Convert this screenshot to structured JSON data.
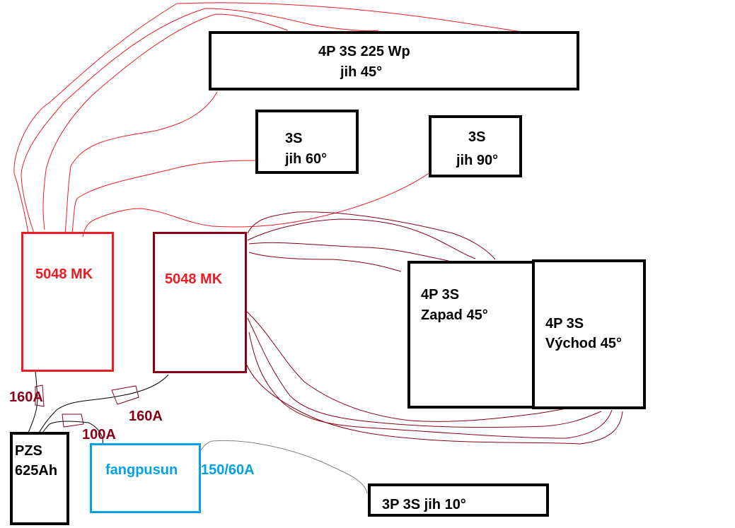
{
  "colors": {
    "panel_border": "#000000",
    "inverter1_border": "#ed1c24",
    "inverter2_border": "#880015",
    "inverter_label": "#ed1c24",
    "wire_inverter1": "#ed1c24",
    "wire_inverter2": "#880015",
    "current_label": "#880015",
    "controller": "#00a2e8",
    "wire_controller": "#808080",
    "battery_wire": "#000000"
  },
  "panels": {
    "top": {
      "line1": "4P 3S 225 Wp",
      "line2": "jih 45°"
    },
    "jih60": {
      "line1": "3S",
      "line2": "jih 60°"
    },
    "jih90": {
      "line1": "3S",
      "line2": "jih 90°"
    },
    "zapad": {
      "line1": "4P 3S",
      "line2": "Zapad 45°"
    },
    "vychod": {
      "line1": "4P 3S",
      "line2": "Východ 45°"
    },
    "jih10": {
      "line1": "3P 3S jih 10°"
    }
  },
  "inverters": [
    {
      "label": "5048 MK"
    },
    {
      "label": "5048 MK"
    }
  ],
  "battery": {
    "line1": "PZS",
    "line2": "625Ah"
  },
  "controller": {
    "name": "fangpusun",
    "rating": "150/60A"
  },
  "breakers": [
    {
      "label": "160A"
    },
    {
      "label": "160A"
    },
    {
      "label": "100A"
    }
  ]
}
